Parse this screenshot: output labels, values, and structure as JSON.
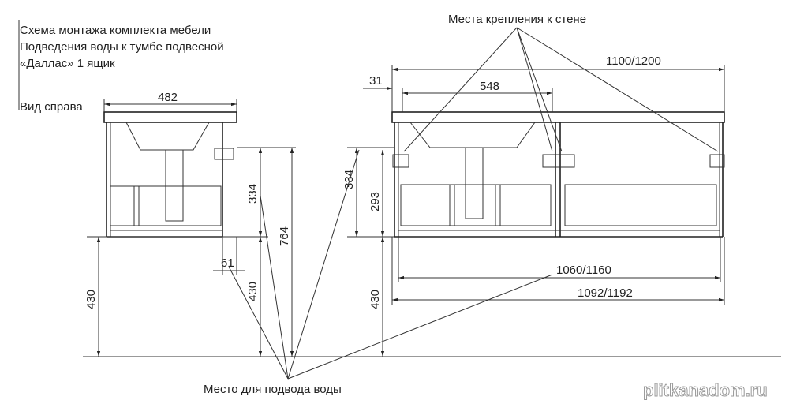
{
  "title_lines": [
    "Схема монтажа комплекта мебели",
    "Подведения воды к тумбе подвесной",
    "«Даллас» 1 ящик"
  ],
  "view_label": "Вид справа",
  "dimensions": {
    "side_width": "482",
    "side_334": "334",
    "side_764": "764",
    "side_430_left": "430",
    "side_430_right": "430",
    "side_61": "61",
    "front_total": "1100/1200",
    "front_31": "31",
    "front_548": "548",
    "front_334": "334",
    "front_293": "293",
    "front_430": "430",
    "front_inner": "1060/1160",
    "front_outer": "1092/1192"
  },
  "callouts": {
    "wall_mount": "Места крепления к стене",
    "water_supply": "Место для подвода воды"
  },
  "watermark": "plitkanadom.ru"
}
